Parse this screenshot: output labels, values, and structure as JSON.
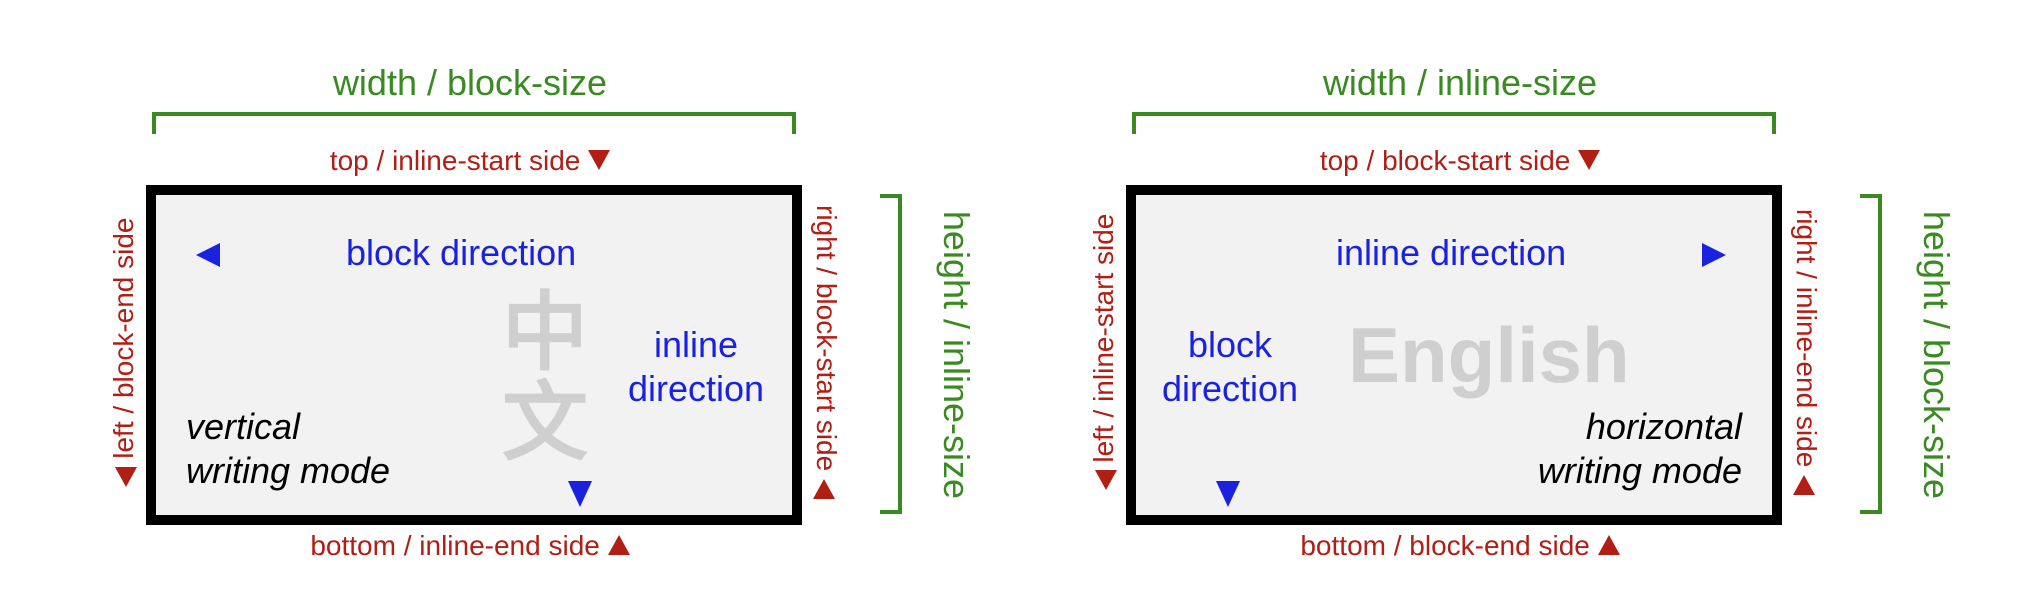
{
  "vertical": {
    "width_label": "width / block-size",
    "top_label": "top / inline-start side",
    "bottom_label": "bottom / inline-end side",
    "left_label": "left / block-end side",
    "right_label": "right / block-start side",
    "height_label": "height / inline-size",
    "block_direction": "block direction",
    "inline_direction_line1": "inline",
    "inline_direction_line2": "direction",
    "watermark_char1": "中",
    "watermark_char2": "文",
    "mode_line1": "vertical",
    "mode_line2": "writing mode"
  },
  "horizontal": {
    "width_label": "width / inline-size",
    "top_label": "top / block-start side",
    "bottom_label": "bottom / block-end side",
    "left_label": "left / inline-start side",
    "right_label": "right / inline-end side",
    "height_label": "height / block-size",
    "inline_direction": "inline direction",
    "block_direction_line1": "block",
    "block_direction_line2": "direction",
    "watermark": "English",
    "mode_line1": "horizontal",
    "mode_line2": "writing mode"
  },
  "colors": {
    "green": "#3a8a22",
    "red": "#b01e14",
    "blue": "#1a22e0",
    "box_fill": "#f2f2f2",
    "watermark": "#cfcfcf"
  }
}
